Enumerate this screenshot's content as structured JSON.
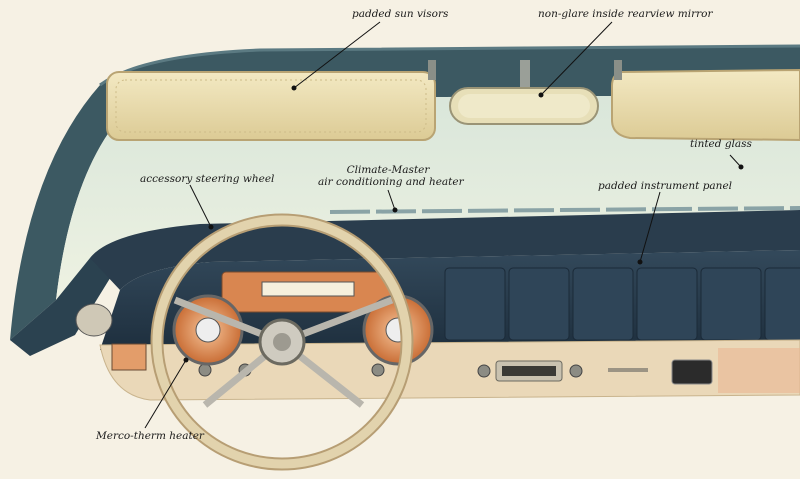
{
  "callouts": {
    "sun_visors": "padded sun visors",
    "rearview_mirror": "non-glare inside rearview mirror",
    "tinted_glass": "tinted glass",
    "climate_master_line1": "Climate-Master",
    "climate_master_line2": "air conditioning and heater",
    "steering_wheel": "accessory steering wheel",
    "instrument_panel": "padded instrument panel",
    "heater": "Merco-therm heater"
  },
  "colors": {
    "paper": "#f6f1e4",
    "body_paint": "#3c5962",
    "dash_dark": "#26394a",
    "dash_panel": "#2d4052",
    "dash_cream": "#ead8b8",
    "gauge_orange": "#d98650",
    "visor": "#ece0b0",
    "wheel_rim": "#e2d3ad"
  },
  "icons": {
    "callout_dot": "dot",
    "steering_hub": "wheel-hub"
  }
}
